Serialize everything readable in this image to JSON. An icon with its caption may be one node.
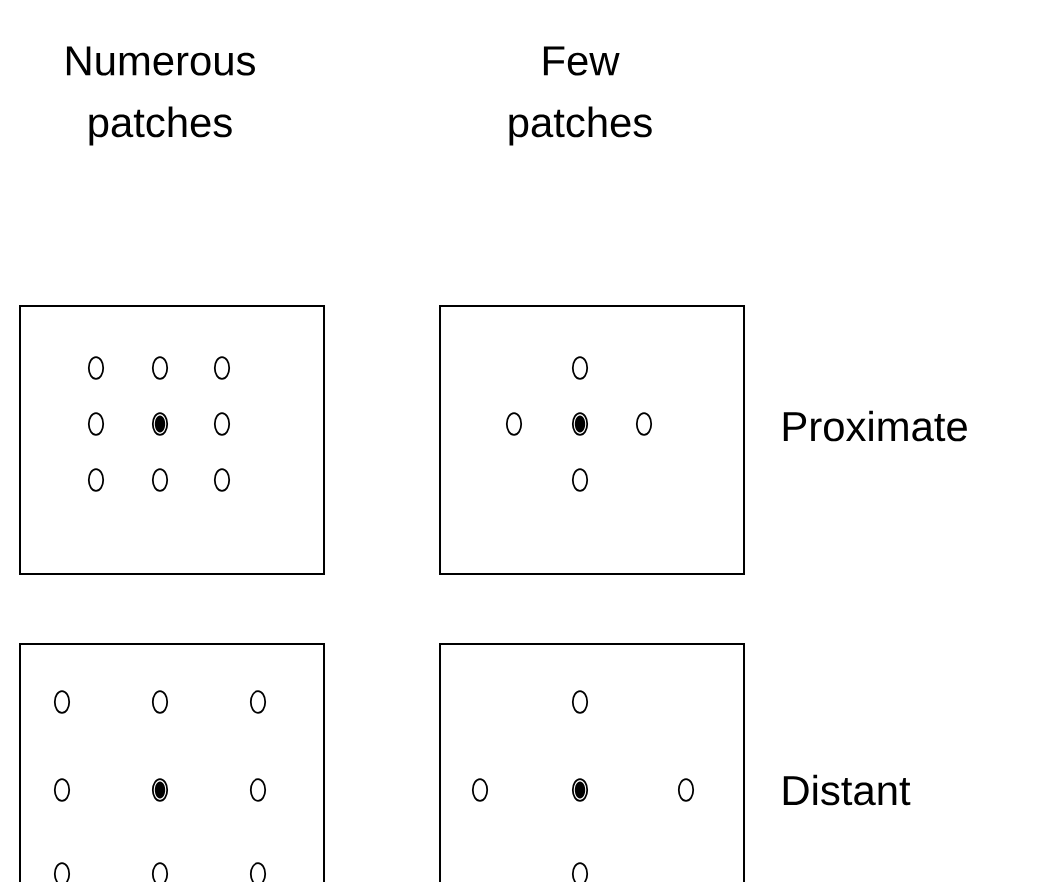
{
  "diagram": {
    "labels": [
      "Numerous patches",
      "Few patches",
      "Proximate",
      "Distant"
    ]
  }
}
